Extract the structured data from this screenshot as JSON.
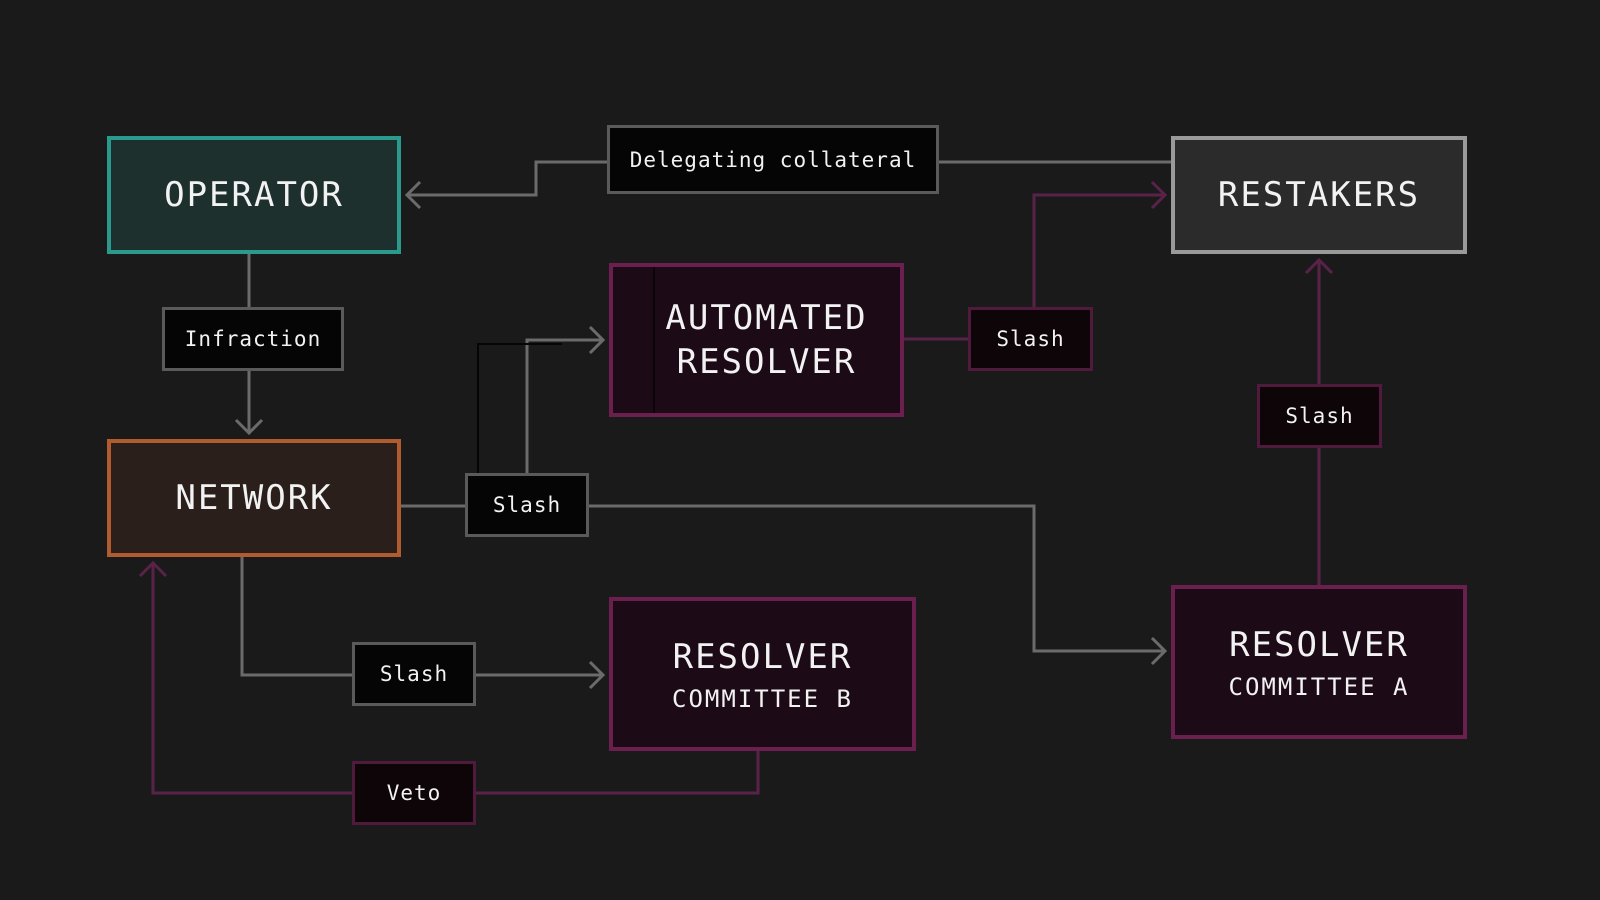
{
  "nodes": {
    "operator": {
      "title": "OPERATOR"
    },
    "network": {
      "title": "NETWORK"
    },
    "restakers": {
      "title": "RESTAKERS"
    },
    "automated_resolver": {
      "line1": "AUTOMATED",
      "line2": "RESOLVER"
    },
    "committee_b": {
      "title": "RESOLVER",
      "subtitle": "COMMITTEE B"
    },
    "committee_a": {
      "title": "RESOLVER",
      "subtitle": "COMMITTEE A"
    }
  },
  "edges": {
    "delegating": "Delegating collateral",
    "infraction": "Infraction",
    "slash_automated_to_restakers": "Slash",
    "slash_network": "Slash",
    "slash_committee_a_to_restakers": "Slash",
    "slash_network_to_committee_b": "Slash",
    "veto": "Veto"
  },
  "colors": {
    "background": "#1a1a1a",
    "operator": "#2a9a8d",
    "network": "#b05c2e",
    "restakers": "#9a9a9a",
    "resolver": "#6a1f4f",
    "gray_connector": "#6b6b6b",
    "purple_connector": "#5a2149"
  }
}
